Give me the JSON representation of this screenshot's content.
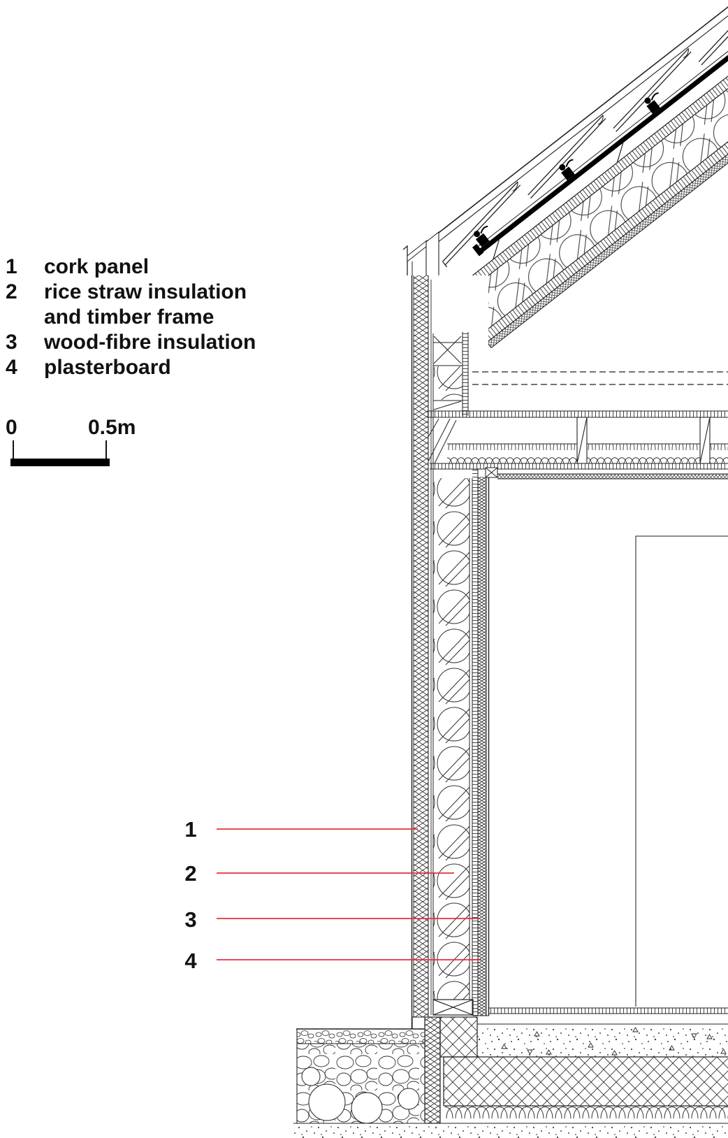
{
  "legend": {
    "items": [
      {
        "num": "1",
        "label": "cork panel"
      },
      {
        "num": "2",
        "label": "rice straw insulation"
      },
      {
        "num": "",
        "label": "and timber frame"
      },
      {
        "num": "3",
        "label": "wood-fibre insulation"
      },
      {
        "num": "4",
        "label": "plasterboard"
      }
    ]
  },
  "scale": {
    "start_label": "0",
    "end_label": "0.5m"
  },
  "callouts": [
    {
      "label": "1"
    },
    {
      "label": "2"
    },
    {
      "label": "3"
    },
    {
      "label": "4"
    }
  ],
  "colors": {
    "line": "#222222",
    "callout_red": "#e5303e",
    "background": "#ffffff"
  }
}
